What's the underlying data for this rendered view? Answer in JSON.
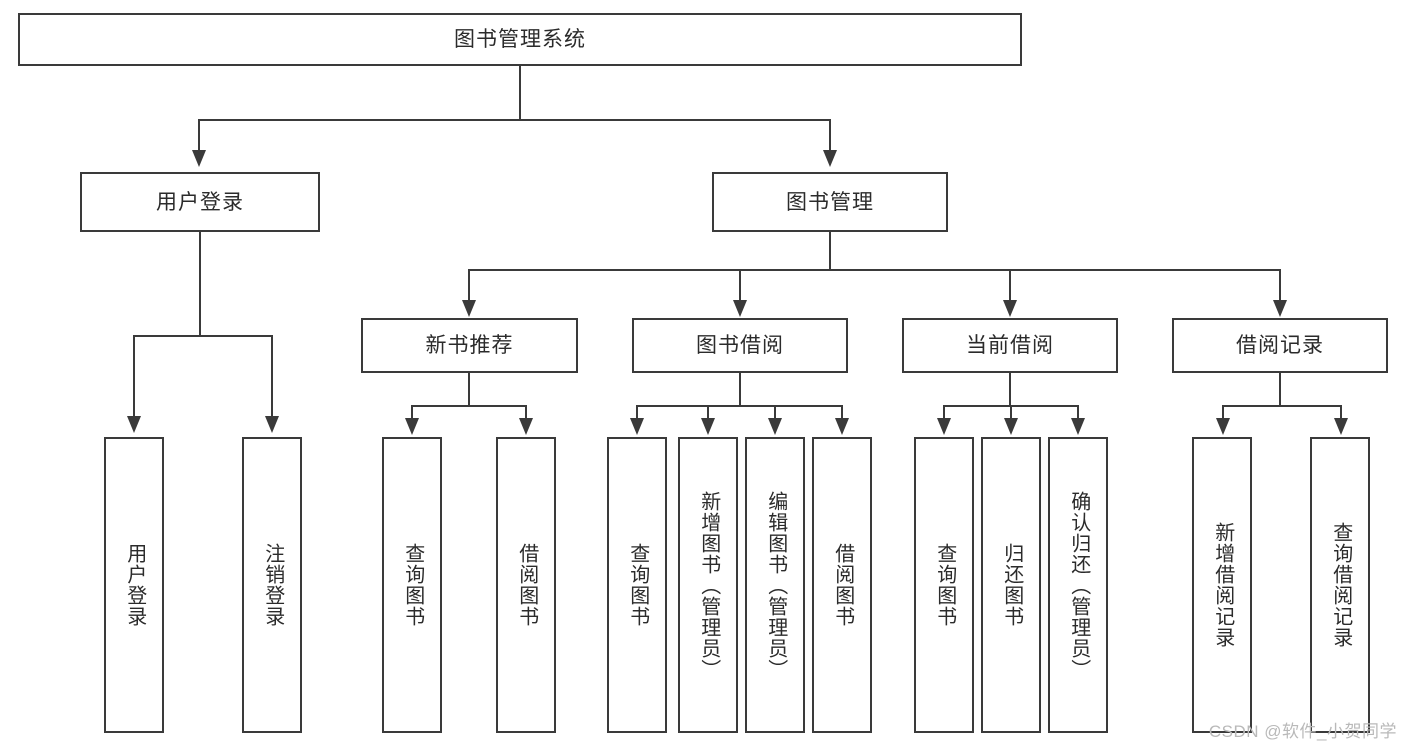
{
  "diagram": {
    "type": "tree-hierarchy-chart",
    "title": "图书管理系统",
    "watermark": "CSDN @软件_小贺同学",
    "colors": {
      "background": "#ffffff",
      "border": "#3a3a3a",
      "text": "#2b2b2b",
      "watermark": "#b9b9b9"
    },
    "root": {
      "label": "图书管理系统"
    },
    "level2": [
      {
        "label": "用户登录"
      },
      {
        "label": "图书管理"
      }
    ],
    "level3": [
      {
        "label": "新书推荐"
      },
      {
        "label": "图书借阅"
      },
      {
        "label": "当前借阅"
      },
      {
        "label": "借阅记录"
      }
    ],
    "leaves": {
      "user_login": [
        {
          "label": "用户登录"
        },
        {
          "label": "注销登录"
        }
      ],
      "new_book_recommend": [
        {
          "label": "查询图书"
        },
        {
          "label": "借阅图书"
        }
      ],
      "book_borrow": [
        {
          "label": "查询图书"
        },
        {
          "label": "新增图书（管理员）"
        },
        {
          "label": "编辑图书（管理员）"
        },
        {
          "label": "借阅图书"
        }
      ],
      "current_borrow": [
        {
          "label": "查询图书"
        },
        {
          "label": "归还图书"
        },
        {
          "label": "确认归还（管理员）"
        }
      ],
      "borrow_record": [
        {
          "label": "新增借阅记录"
        },
        {
          "label": "查询借阅记录"
        }
      ]
    }
  }
}
